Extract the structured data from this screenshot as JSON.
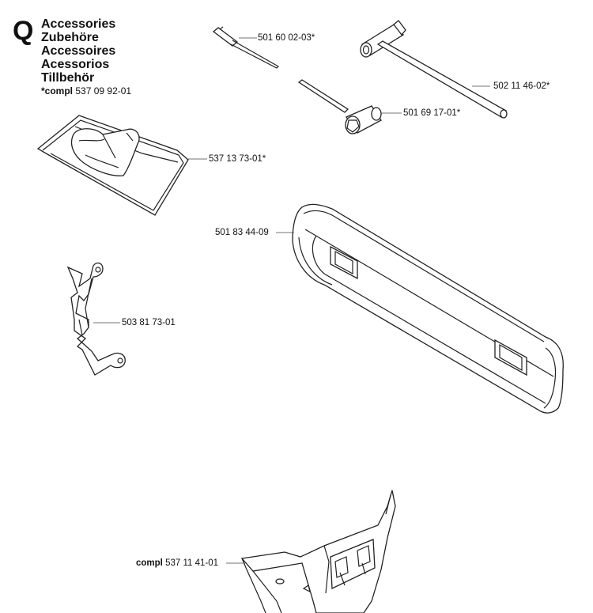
{
  "header": {
    "letter": "Q",
    "titles": [
      "Accessories",
      "Zubehöre",
      "Accessoires",
      "Acessorios",
      "Tillbehör"
    ],
    "compl_prefix": "*compl",
    "compl_number": "537 09 92-01"
  },
  "parts": [
    {
      "id": "p1",
      "number": "501 60 02-03*"
    },
    {
      "id": "p2",
      "number": "502 11 46-02*"
    },
    {
      "id": "p3",
      "number": "501 69 17-01*"
    },
    {
      "id": "p4",
      "number": "537 13 73-01*"
    },
    {
      "id": "p5",
      "number": "501 83 44-09"
    },
    {
      "id": "p6",
      "number": "503 81 73-01"
    },
    {
      "id": "p7",
      "prefix": "compl",
      "number": "537 11 41-01"
    }
  ]
}
